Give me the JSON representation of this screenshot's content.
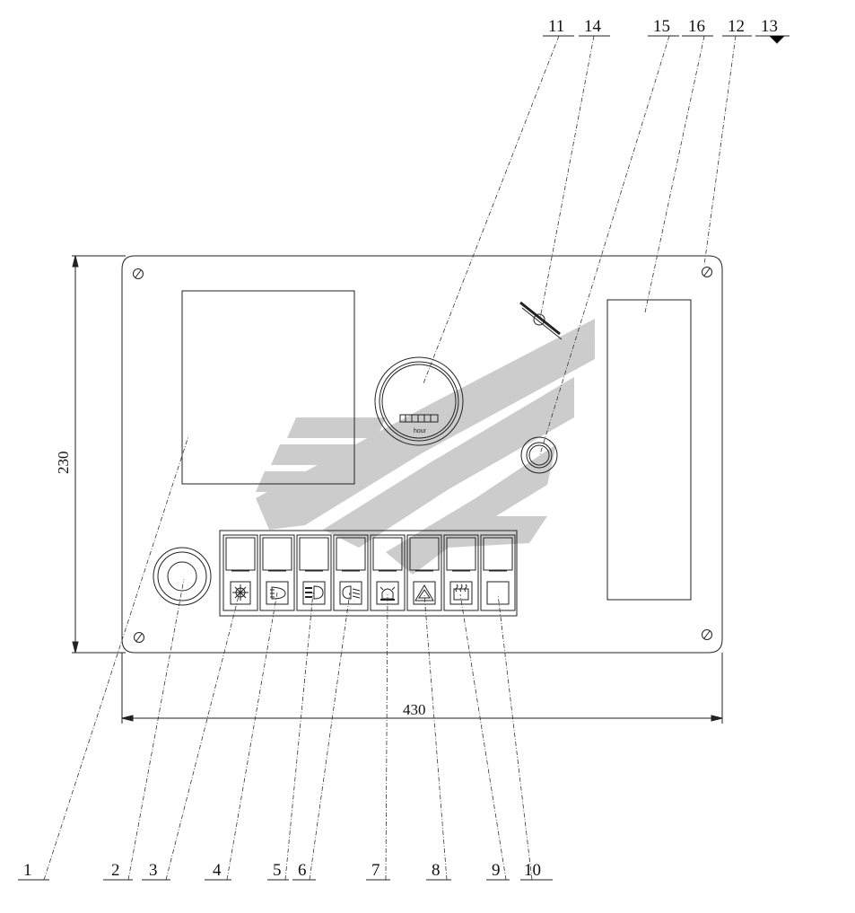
{
  "dimensions": {
    "height_label": "230",
    "width_label": "430"
  },
  "hour_meter": {
    "unit_label": "hour"
  },
  "callouts": {
    "n1": "1",
    "n2": "2",
    "n3": "3",
    "n4": "4",
    "n5": "5",
    "n6": "6",
    "n7": "7",
    "n8": "8",
    "n9": "9",
    "n10": "10",
    "n11": "11",
    "n12": "12",
    "n13": "13",
    "n14": "14",
    "n15": "15",
    "n16": "16"
  },
  "colors": {
    "line": "#222222",
    "watermark": "#c4c4c4"
  },
  "icons": [
    "sun-gear-icon",
    "work-lamp-icon",
    "high-beam-icon",
    "low-beam-icon",
    "beacon-icon",
    "hazard-triangle-icon",
    "rear-defrost-icon",
    "blank-icon"
  ]
}
